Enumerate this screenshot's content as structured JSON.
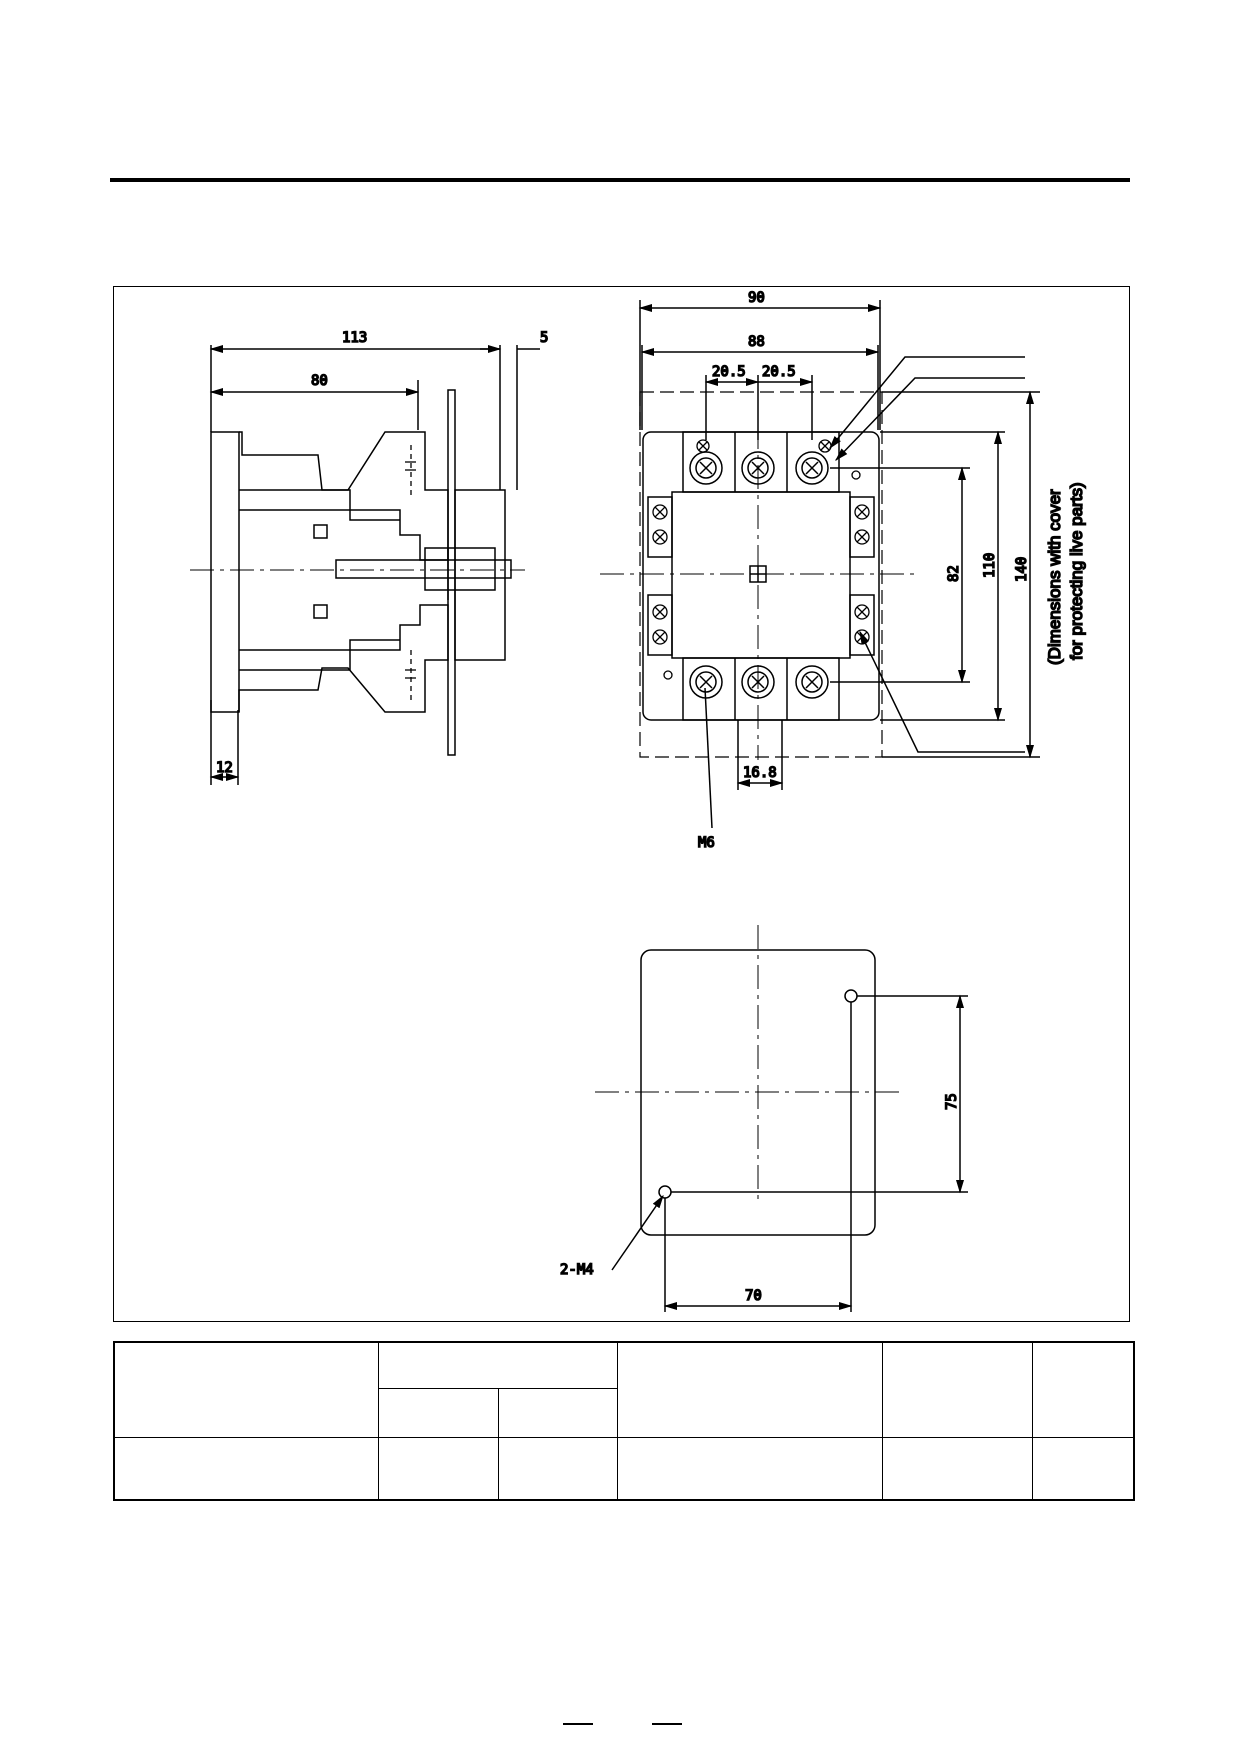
{
  "drawing": {
    "side_view": {
      "dim_overall": "113",
      "dim_depth": "80",
      "dim_plate": "5",
      "dim_base": "12"
    },
    "front_view": {
      "dim_cover_width": "90",
      "dim_body_width": "88",
      "dim_pitch_left": "20.5",
      "dim_pitch_right": "20.5",
      "dim_vertical_82": "82",
      "dim_vertical_110": "110",
      "dim_vertical_140": "140",
      "dim_terminal_width": "16.8",
      "terminal_screw": "M6",
      "cover_note_line1": "(Dimensions with cover",
      "cover_note_line2": "for protecting live parts)"
    },
    "mounting_view": {
      "dim_vertical": "75",
      "dim_horizontal": "70",
      "mounting_screw": "2-M4"
    }
  },
  "table": {
    "rows": [
      [
        "",
        "",
        "",
        "",
        ""
      ],
      [
        "",
        ""
      ],
      [
        "",
        "",
        "",
        "",
        "",
        ""
      ]
    ]
  }
}
